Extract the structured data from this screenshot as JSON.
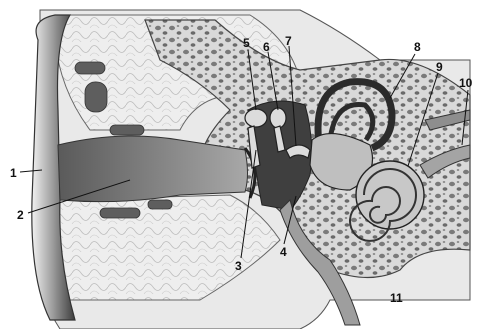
{
  "labels": [
    {
      "id": "1",
      "text": "1"
    },
    {
      "id": "2",
      "text": "2"
    },
    {
      "id": "3",
      "text": "3"
    },
    {
      "id": "4",
      "text": "4"
    },
    {
      "id": "5",
      "text": "5"
    },
    {
      "id": "6",
      "text": "6"
    },
    {
      "id": "7",
      "text": "7"
    },
    {
      "id": "8",
      "text": "8"
    },
    {
      "id": "9",
      "text": "9"
    },
    {
      "id": "10",
      "text": "10"
    },
    {
      "id": "11",
      "text": "11"
    }
  ],
  "colors": {
    "background": "#ffffff",
    "tissue_light": "#e6e6e6",
    "tissue_mid": "#b8b8b8",
    "tissue_dark": "#4a4a4a",
    "canal": "#8a8a8a",
    "ink": "#111111"
  }
}
